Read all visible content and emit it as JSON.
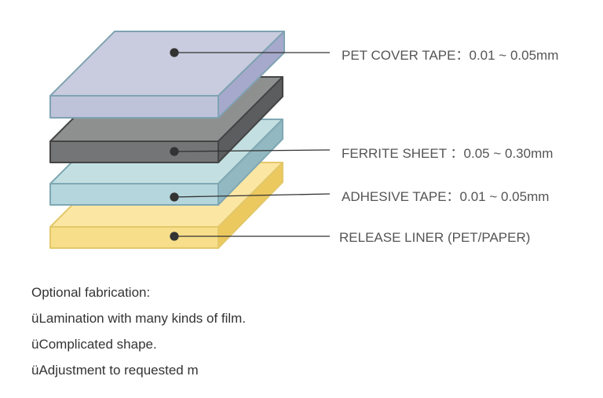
{
  "layers": [
    {
      "label": "PET COVER TAPE：0.01 ~ 0.05mm",
      "top_color": "#c9ccde",
      "front_color": "#bfc3da",
      "side_color": "#a6a9cc",
      "edge_color": "#7fa3b3"
    },
    {
      "label": "FERRITE SHEET  ：0.05 ~ 0.30mm",
      "top_color": "#8e9090",
      "front_color": "#737576",
      "side_color": "#5b5d5e",
      "edge_color": "#444444"
    },
    {
      "label": "ADHESIVE TAPE：0.01 ~ 0.05mm",
      "top_color": "#c3dfe2",
      "front_color": "#b4d6dc",
      "side_color": "#92b9c2",
      "edge_color": "#7fa8b3"
    },
    {
      "label": "RELEASE LINER (PET/PAPER)",
      "top_color": "#fbe6a3",
      "front_color": "#f7de8a",
      "side_color": "#ecc95f",
      "edge_color": "#e3c86a"
    }
  ],
  "notes": {
    "title": "Optional fabrication:",
    "items": [
      " üLamination with many kinds of film.",
      " üComplicated shape.",
      "üAdjustment to requested m"
    ]
  }
}
